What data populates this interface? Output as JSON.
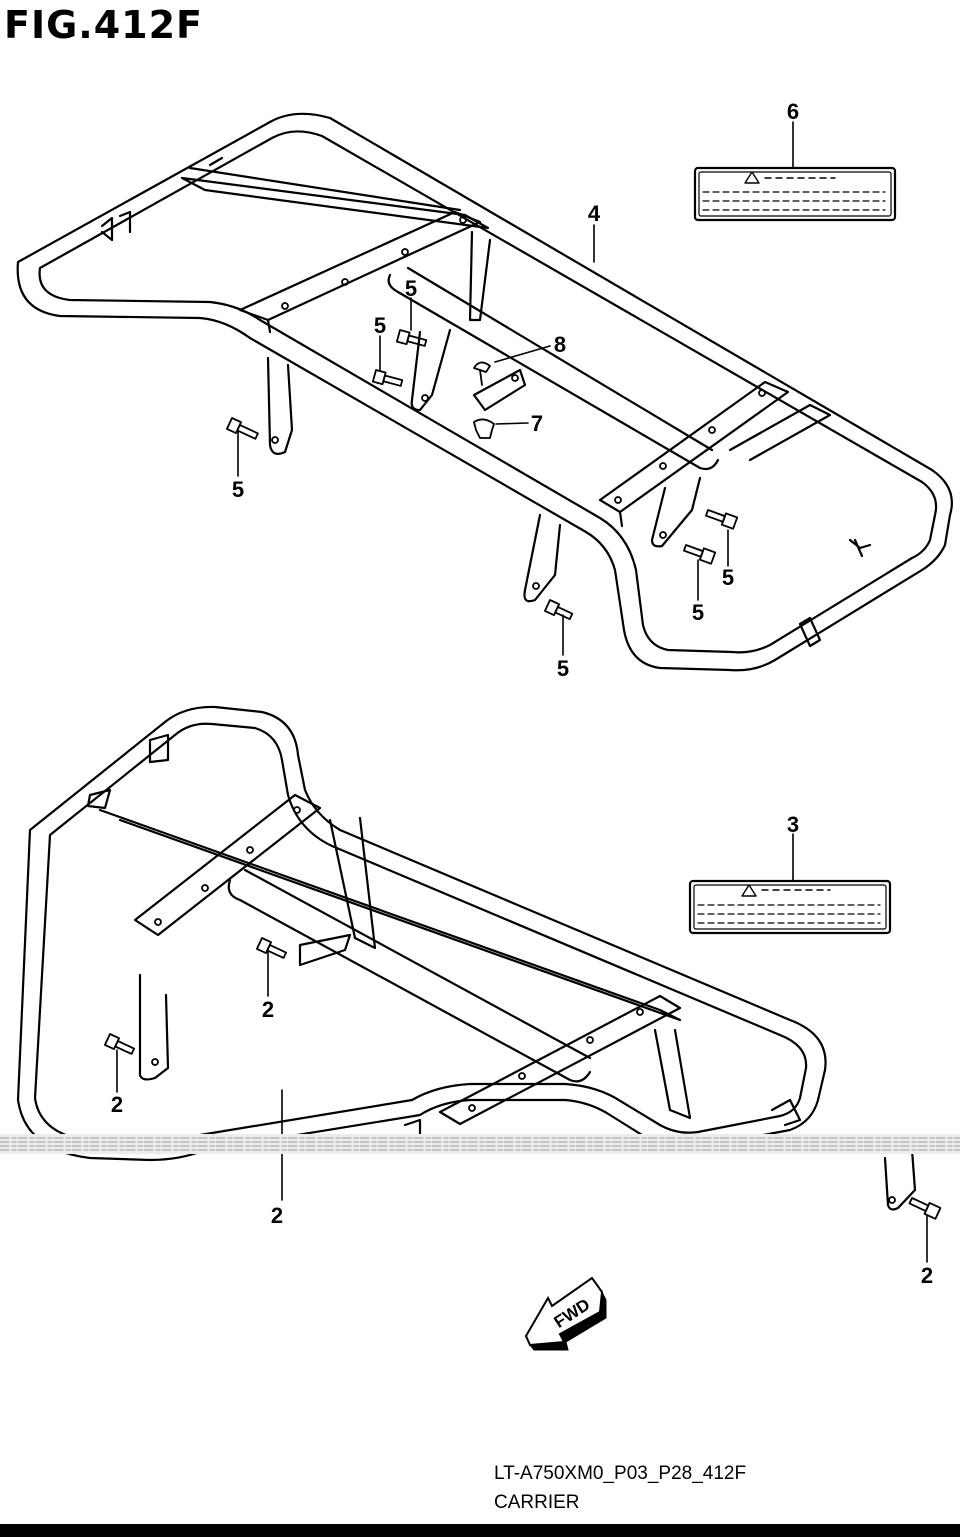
{
  "figure": {
    "title": "FIG.412F"
  },
  "callouts": {
    "c1": "6",
    "c2": "4",
    "c3": "5",
    "c4": "5",
    "c5": "8",
    "c6": "7",
    "c7": "5",
    "c8": "5",
    "c9": "5",
    "c10": "5",
    "c11": "3",
    "c12": "2",
    "c13": "2",
    "c14": "2",
    "c15": "2"
  },
  "fwd_arrow": {
    "label": "FWD",
    "icon": "fwd-arrow-icon"
  },
  "footer": {
    "code": "LT-A750XM0_P03_P28_412F",
    "name": "CARRIER"
  }
}
